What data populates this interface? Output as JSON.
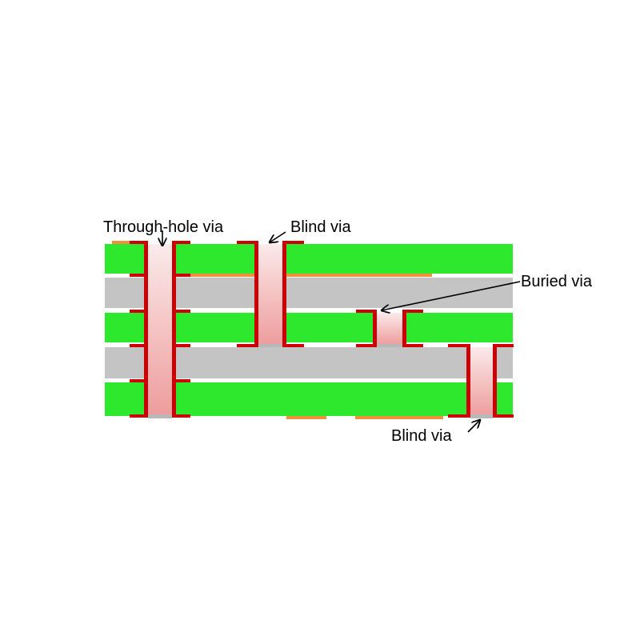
{
  "labels": {
    "through_hole_via": "Through-hole via",
    "blind_via_top": "Blind via",
    "buried_via": "Buried via",
    "blind_via_bottom": "Blind via"
  },
  "colors": {
    "core_layer": "#2ee82e",
    "prepreg_layer": "#c4c4c4",
    "copper_plating": "#cc0000",
    "copper_pad": "#f0903a",
    "via_fill_top": "#fbeaea",
    "via_fill_bottom": "#ee9c9c",
    "background": "#ffffff",
    "text": "#000000"
  },
  "icons": {
    "layers": "pcb-layer-stack",
    "arrows": "arrow-icon"
  }
}
